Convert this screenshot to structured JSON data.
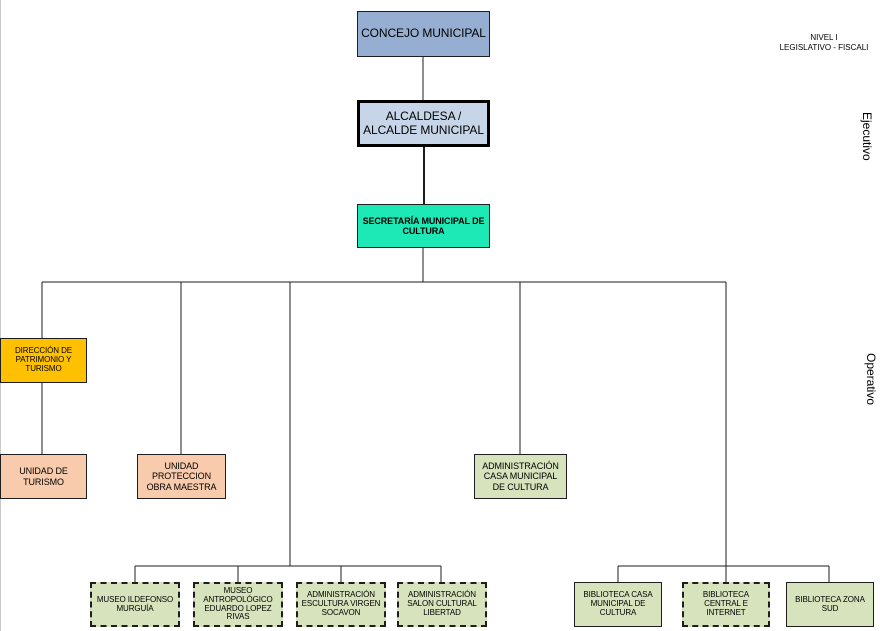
{
  "nodes": {
    "concejo": "CONCEJO MUNICIPAL",
    "alcaldesa": "ALCALDESA / ALCALDE MUNICIPAL",
    "secretaria": "SECRETARÍA MUNICIPAL DE CULTURA",
    "direccion_patrimonio": "DIRECCIÓN DE PATRIMONIO Y TURISMO",
    "unidad_turismo": "UNIDAD DE TURISMO",
    "unidad_proteccion": "UNIDAD PROTECCION OBRA MAESTRA",
    "admin_casa_cultura": "ADMINISTRACIÓN CASA MUNICIPAL DE CULTURA",
    "museo_murguia": "MUSEO ILDEFONSO MURGUÍA",
    "museo_antropologico": "MUSEO ANTROPOLÓGICO EDUARDO LOPEZ RIVAS",
    "admin_escultura": "ADMINISTRACIÓN ESCULTURA VIRGEN SOCAVON",
    "admin_salon": "ADMINISTRACIÓN SALON CULTURAL LIBERTAD",
    "biblioteca_casa": "BIBLIOTECA CASA MUNICIPAL DE CULTURA",
    "biblioteca_central": "BIBLIOTECA CENTRAL E INTERNET",
    "biblioteca_sud": "BIBLIOTECA ZONA SUD"
  },
  "levels": {
    "nivel_line1": "NIVEL I",
    "nivel_line2": "LEGISLATIVO - FISCALI",
    "ejecutivo": "Ejecutivo",
    "operativo": "Operativo"
  },
  "colors": {
    "concejo": "#95aed1",
    "alcaldesa": "#c7d5e8",
    "secretaria": "#1de9b6",
    "direccion": "#ffc000",
    "unidades": "#f7cbac",
    "green_units": "#d6e3bc"
  }
}
